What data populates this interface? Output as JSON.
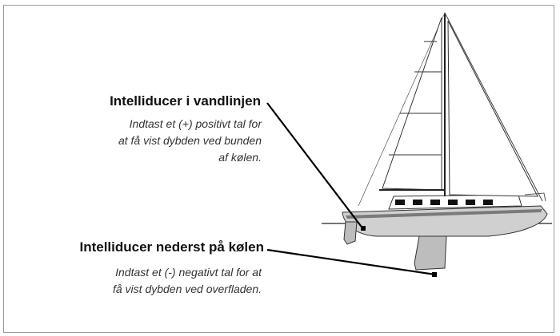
{
  "callouts": {
    "waterline": {
      "title": "Intelliducer i vandlinjen",
      "lines": [
        "Indtast et (+) positivt tal for",
        "at få vist dybden ved bunden",
        "af kølen."
      ]
    },
    "keel": {
      "title": "Intelliducer nederst på kølen",
      "lines": [
        "Indtast et (-) negativt tal for at",
        "få vist dybden ved overfladen."
      ]
    }
  },
  "colors": {
    "hull_gray": "#c9c9c9",
    "keel_gray": "#bdbdbd",
    "ink": "#111111"
  }
}
